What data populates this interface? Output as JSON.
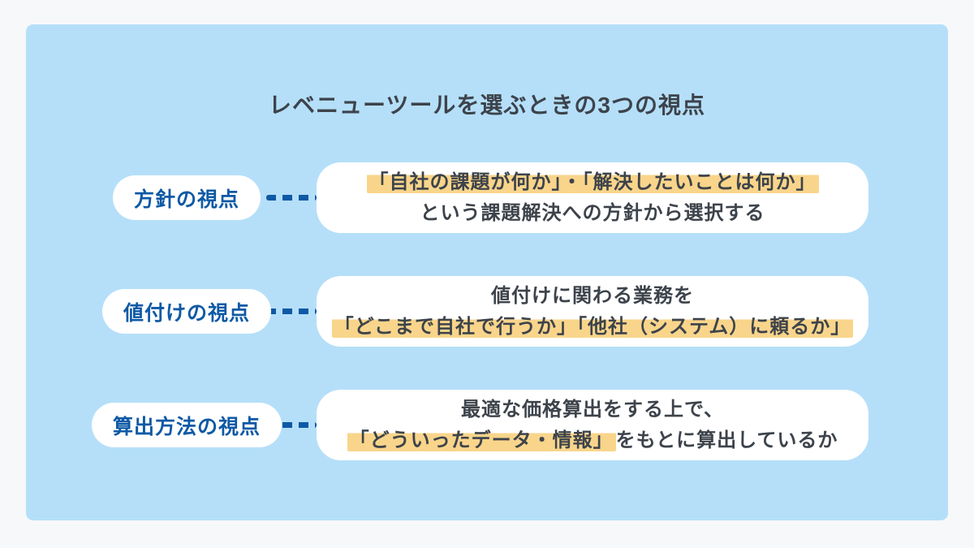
{
  "title": "レベニューツールを選ぶときの3つの視点",
  "colors": {
    "page_bg": "#f7f8f9",
    "panel": "#b5dff9",
    "accent_blue": "#0e59a5",
    "text_dark": "#3d434b",
    "highlight": "#f9d58b",
    "card_bg": "#ffffff"
  },
  "rows": [
    {
      "label": "方針の視点",
      "lines": [
        [
          {
            "text": "「自社の課題が何か」・「解決したいことは何か」",
            "highlight": true
          }
        ],
        [
          {
            "text": "という課題解決への方針から選択する",
            "highlight": false
          }
        ]
      ]
    },
    {
      "label": "値付けの視点",
      "lines": [
        [
          {
            "text": "値付けに関わる業務を",
            "highlight": false
          }
        ],
        [
          {
            "text": "「どこまで自社で行うか」「他社（システム）に頼るか」",
            "highlight": true
          }
        ]
      ]
    },
    {
      "label": "算出方法の視点",
      "lines": [
        [
          {
            "text": "最適な価格算出をする上で、",
            "highlight": false
          }
        ],
        [
          {
            "text": "「どういったデータ・情報」",
            "highlight": true
          },
          {
            "text": "をもとに算出しているか",
            "highlight": false
          }
        ]
      ]
    }
  ]
}
